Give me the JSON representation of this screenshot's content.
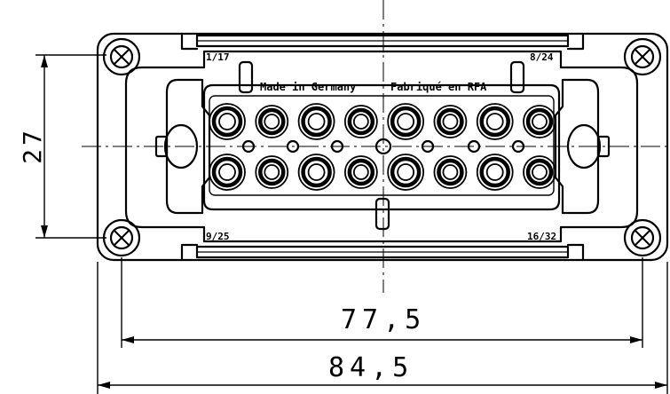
{
  "imprint": {
    "made_in": "Made in Germany",
    "fabrique": "Fabriqué en RFA"
  },
  "pin_labels": {
    "top_left": "1/17",
    "top_right": "8/24",
    "bottom_left": "9/25",
    "bottom_right": "16/32"
  },
  "dimensions": {
    "height": "27",
    "inner_width": "77,5",
    "outer_width": "84,5"
  },
  "contacts": {
    "top_row_count": 8,
    "bottom_row_count": 8
  }
}
